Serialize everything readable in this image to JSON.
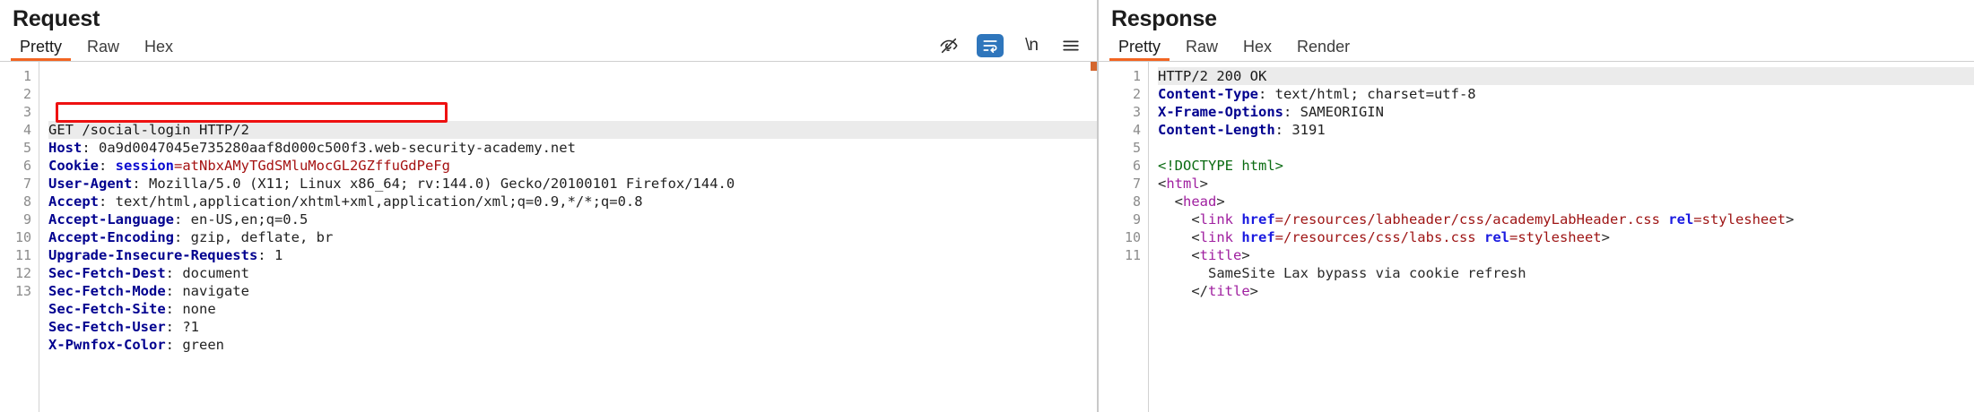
{
  "request": {
    "title": "Request",
    "tabs": [
      {
        "label": "Pretty",
        "active": true
      },
      {
        "label": "Raw",
        "active": false
      },
      {
        "label": "Hex",
        "active": false
      }
    ],
    "toolbar": [
      {
        "name": "eye-off-icon",
        "active": false
      },
      {
        "name": "word-wrap-icon",
        "active": true
      },
      {
        "name": "newline-icon",
        "label": "\\n",
        "active": false
      },
      {
        "name": "hamburger-menu-icon",
        "active": false
      }
    ],
    "highlight_color": "#ee1111",
    "lines": [
      {
        "n": "1",
        "segments": [
          {
            "t": "plain",
            "v": "GET /social-login HTTP/2"
          }
        ]
      },
      {
        "n": "2",
        "segments": [
          {
            "t": "hk",
            "v": "Host"
          },
          {
            "t": "hv",
            "v": ": 0a9d0047045e735280aaf8d000c500f3.web-security-academy.net"
          }
        ]
      },
      {
        "n": "3",
        "segments": [
          {
            "t": "hk",
            "v": "Cookie"
          },
          {
            "t": "hv",
            "v": ": "
          },
          {
            "t": "ck",
            "v": "session"
          },
          {
            "t": "cv",
            "v": "=atNbxAMyTGdSMluMocGL2GZffuGdPeFg"
          }
        ]
      },
      {
        "n": "4",
        "segments": [
          {
            "t": "hk",
            "v": "User-Agent"
          },
          {
            "t": "hv",
            "v": ": Mozilla/5.0 (X11; Linux x86_64; rv:144.0) Gecko/20100101 Firefox/144.0"
          }
        ]
      },
      {
        "n": "5",
        "segments": [
          {
            "t": "hk",
            "v": "Accept"
          },
          {
            "t": "hv",
            "v": ": text/html,application/xhtml+xml,application/xml;q=0.9,*/*;q=0.8"
          }
        ]
      },
      {
        "n": "6",
        "segments": [
          {
            "t": "hk",
            "v": "Accept-Language"
          },
          {
            "t": "hv",
            "v": ": en-US,en;q=0.5"
          }
        ]
      },
      {
        "n": "7",
        "segments": [
          {
            "t": "hk",
            "v": "Accept-Encoding"
          },
          {
            "t": "hv",
            "v": ": gzip, deflate, br"
          }
        ]
      },
      {
        "n": "8",
        "segments": [
          {
            "t": "hk",
            "v": "Upgrade-Insecure-Requests"
          },
          {
            "t": "hv",
            "v": ": 1"
          }
        ]
      },
      {
        "n": "9",
        "segments": [
          {
            "t": "hk",
            "v": "Sec-Fetch-Dest"
          },
          {
            "t": "hv",
            "v": ": document"
          }
        ]
      },
      {
        "n": "10",
        "segments": [
          {
            "t": "hk",
            "v": "Sec-Fetch-Mode"
          },
          {
            "t": "hv",
            "v": ": navigate"
          }
        ]
      },
      {
        "n": "11",
        "segments": [
          {
            "t": "hk",
            "v": "Sec-Fetch-Site"
          },
          {
            "t": "hv",
            "v": ": none"
          }
        ]
      },
      {
        "n": "12",
        "segments": [
          {
            "t": "hk",
            "v": "Sec-Fetch-User"
          },
          {
            "t": "hv",
            "v": ": ?1"
          }
        ]
      },
      {
        "n": "13",
        "segments": [
          {
            "t": "hk",
            "v": "X-Pwnfox-Color"
          },
          {
            "t": "hv",
            "v": ": green"
          }
        ]
      }
    ]
  },
  "response": {
    "title": "Response",
    "tabs": [
      {
        "label": "Pretty",
        "active": true
      },
      {
        "label": "Raw",
        "active": false
      },
      {
        "label": "Hex",
        "active": false
      },
      {
        "label": "Render",
        "active": false
      }
    ],
    "lines": [
      {
        "n": "1",
        "segments": [
          {
            "t": "plain",
            "v": "HTTP/2 200 OK"
          }
        ]
      },
      {
        "n": "2",
        "segments": [
          {
            "t": "hk",
            "v": "Content-Type"
          },
          {
            "t": "hv",
            "v": ": text/html; charset=utf-8"
          }
        ]
      },
      {
        "n": "3",
        "segments": [
          {
            "t": "hk",
            "v": "X-Frame-Options"
          },
          {
            "t": "hv",
            "v": ": SAMEORIGIN"
          }
        ]
      },
      {
        "n": "4",
        "segments": [
          {
            "t": "hk",
            "v": "Content-Length"
          },
          {
            "t": "hv",
            "v": ": 3191"
          }
        ]
      },
      {
        "n": "5",
        "segments": [
          {
            "t": "plain",
            "v": ""
          }
        ]
      },
      {
        "n": "6",
        "segments": [
          {
            "t": "dt",
            "v": "<!DOCTYPE html>"
          }
        ]
      },
      {
        "n": "7",
        "segments": [
          {
            "t": "pt",
            "v": "<"
          },
          {
            "t": "tg",
            "v": "html"
          },
          {
            "t": "pt",
            "v": ">"
          }
        ]
      },
      {
        "n": "8",
        "segments": [
          {
            "t": "pt",
            "v": "  <"
          },
          {
            "t": "tg",
            "v": "head"
          },
          {
            "t": "pt",
            "v": ">"
          }
        ]
      },
      {
        "n": "9",
        "segments": [
          {
            "t": "pt",
            "v": "    <"
          },
          {
            "t": "tg",
            "v": "link"
          },
          {
            "t": "pt",
            "v": " "
          },
          {
            "t": "at",
            "v": "href"
          },
          {
            "t": "vl",
            "v": "=/resources/labheader/css/academyLabHeader.css"
          },
          {
            "t": "pt",
            "v": " "
          },
          {
            "t": "at",
            "v": "rel"
          },
          {
            "t": "vl",
            "v": "=stylesheet"
          },
          {
            "t": "pt",
            "v": ">"
          }
        ]
      },
      {
        "n": "10",
        "segments": [
          {
            "t": "pt",
            "v": "    <"
          },
          {
            "t": "tg",
            "v": "link"
          },
          {
            "t": "pt",
            "v": " "
          },
          {
            "t": "at",
            "v": "href"
          },
          {
            "t": "vl",
            "v": "=/resources/css/labs.css"
          },
          {
            "t": "pt",
            "v": " "
          },
          {
            "t": "at",
            "v": "rel"
          },
          {
            "t": "vl",
            "v": "=stylesheet"
          },
          {
            "t": "pt",
            "v": ">"
          }
        ]
      },
      {
        "n": "11",
        "segments": [
          {
            "t": "pt",
            "v": "    <"
          },
          {
            "t": "tg",
            "v": "title"
          },
          {
            "t": "pt",
            "v": ">"
          }
        ]
      },
      {
        "n": "",
        "segments": [
          {
            "t": "pt",
            "v": "      SameSite Lax bypass via cookie refresh"
          }
        ]
      },
      {
        "n": "",
        "segments": [
          {
            "t": "pt",
            "v": "    </"
          },
          {
            "t": "tg",
            "v": "title"
          },
          {
            "t": "pt",
            "v": ">"
          }
        ]
      }
    ]
  }
}
